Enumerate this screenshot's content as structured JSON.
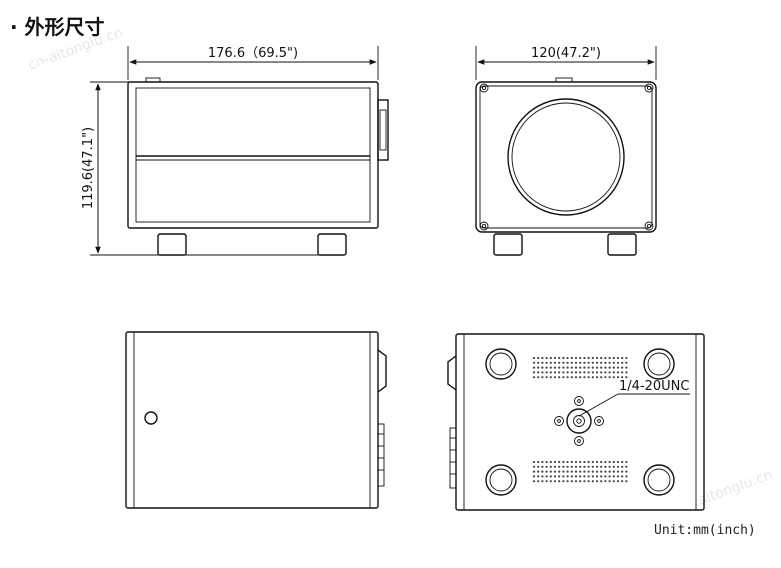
{
  "title": "· 外形尺寸",
  "dimensions": {
    "front_width": "176.6（69.5\")",
    "height": "119.6(47.1\")",
    "side_width": "120(47.2\")"
  },
  "callouts": {
    "mount_thread": "1/4-20UNC"
  },
  "unit_note": "Unit:mm(inch)",
  "watermarks": [
    "cn-aitonglu.cn",
    "aitonglu.cn"
  ]
}
